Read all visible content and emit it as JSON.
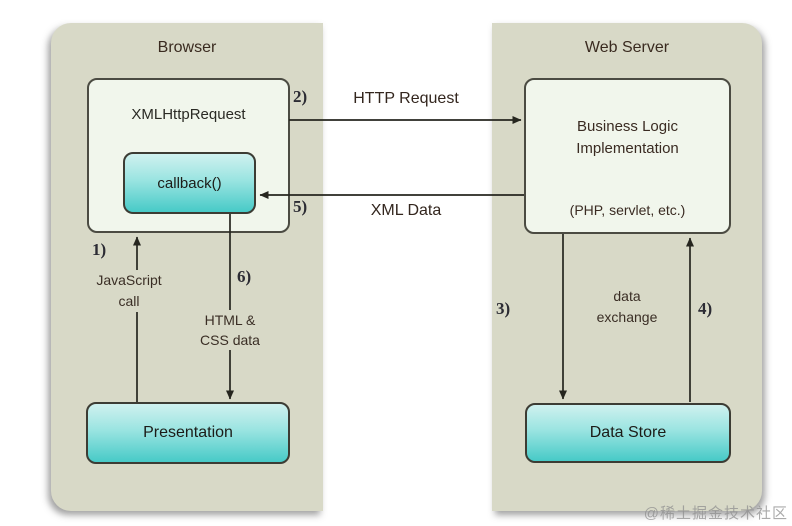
{
  "colors": {
    "panel_bg": "#d8d9c7",
    "box_bg": "#f1f6ec",
    "teal_top": "#cff1ef",
    "teal_bottom": "#47cac7",
    "border_dark": "#3c3c34",
    "text_dark": "#3a2b20",
    "arrow": "#26261f"
  },
  "browser": {
    "title": "Browser",
    "xhr_label": "XMLHttpRequest",
    "callback_label": "callback()",
    "presentation_label": "Presentation"
  },
  "server": {
    "title": "Web Server",
    "logic_line1": "Business Logic",
    "logic_line2": "Implementation",
    "logic_sub": "(PHP, servlet, etc.)",
    "datastore_label": "Data Store"
  },
  "flows": {
    "n1": "1)",
    "n2": "2)",
    "n3": "3)",
    "n4": "4)",
    "n5": "5)",
    "n6": "6)",
    "http_request": "HTTP Request",
    "xml_data": "XML Data",
    "js_line1": "JavaScript",
    "js_line2": "call",
    "html_line1": "HTML &",
    "html_line2": "CSS data",
    "exchange_line1": "data",
    "exchange_line2": "exchange"
  },
  "watermark": "@稀土掘金技术社区"
}
